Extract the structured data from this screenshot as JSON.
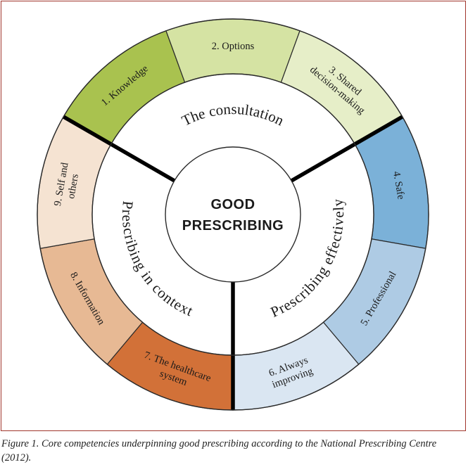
{
  "center": {
    "lines": [
      "GOOD",
      "PRESCRIBING"
    ]
  },
  "sections": [
    {
      "key": "consultation",
      "label": "The consultation"
    },
    {
      "key": "effectively",
      "label": "Prescribing effectively"
    },
    {
      "key": "context",
      "label": "Prescribing in context"
    }
  ],
  "segments": [
    {
      "n": 1,
      "lines": [
        "1. Knowledge"
      ],
      "color": "#a9c24f"
    },
    {
      "n": 2,
      "lines": [
        "2. Options"
      ],
      "color": "#d5e3a3"
    },
    {
      "n": 3,
      "lines": [
        "3. Shared",
        "decision-making"
      ],
      "color": "#e6eec8"
    },
    {
      "n": 4,
      "lines": [
        "4. Safe"
      ],
      "color": "#7bb1d8"
    },
    {
      "n": 5,
      "lines": [
        "5. Professional"
      ],
      "color": "#aecbe4"
    },
    {
      "n": 6,
      "lines": [
        "6. Always",
        "improving"
      ],
      "color": "#dae6f2"
    },
    {
      "n": 7,
      "lines": [
        "7. The healthcare",
        "system"
      ],
      "color": "#d27138"
    },
    {
      "n": 8,
      "lines": [
        "8. Information"
      ],
      "color": "#e7b994"
    },
    {
      "n": 9,
      "lines": [
        "9. Self and",
        "others"
      ],
      "color": "#f5e3d2"
    }
  ],
  "caption": "Figure 1. Core competencies underpinning good prescribing according to the National Prescribing Centre (2012)."
}
